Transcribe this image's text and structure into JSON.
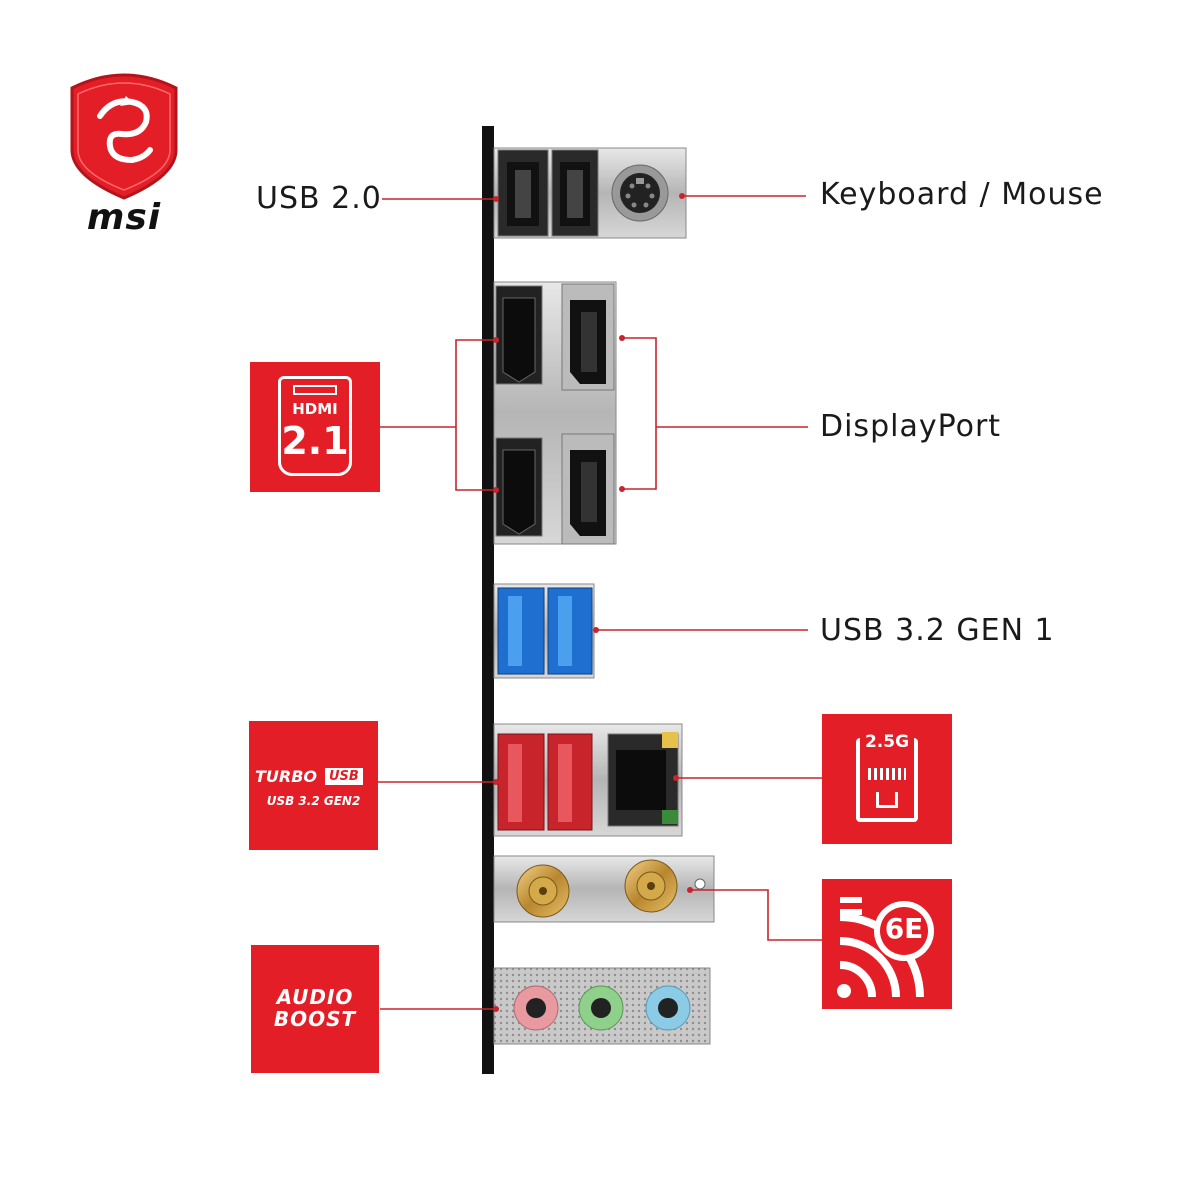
{
  "brand": {
    "name": "msi",
    "logo_icon": "msi-dragon-shield-icon",
    "color": "#e41e26"
  },
  "labels": {
    "usb20": "USB 2.0",
    "keyboard_mouse": "Keyboard / Mouse",
    "displayport": "DisplayPort",
    "usb32gen1": "USB 3.2 GEN 1"
  },
  "badges": {
    "hdmi": {
      "top": "HDMI",
      "version": "2.1",
      "icon": "hdmi-2-1-icon"
    },
    "turbo_usb": {
      "turbo": "TURBO",
      "usb": "USB",
      "sub": "USB 3.2 GEN2",
      "icon": "turbo-usb-icon"
    },
    "audio_boost": {
      "line1": "AUDIO",
      "line2": "BOOST",
      "icon": "audio-boost-icon"
    },
    "lan": {
      "speed": "2.5G",
      "icon": "lan-2-5g-icon"
    },
    "wifi": {
      "text": "6E",
      "icon": "wifi-6e-icon"
    }
  },
  "colors": {
    "accent": "#e41e26",
    "usb3_blue": "#1f6fd1",
    "usb_gen2_red": "#c8242c",
    "audio_pink": "#e89aa0",
    "audio_green": "#8fd08a",
    "audio_blue": "#8ccbe6"
  }
}
